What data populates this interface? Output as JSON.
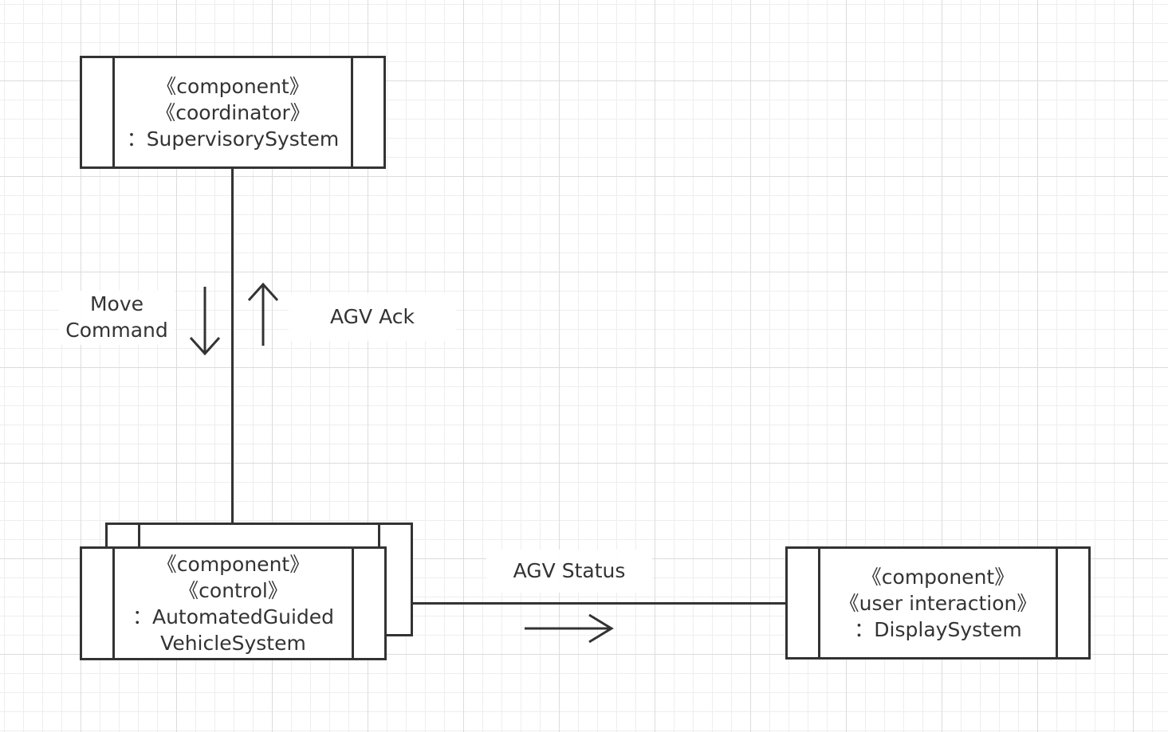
{
  "diagram": {
    "components": {
      "supervisory": {
        "stereotype1": "《component》",
        "stereotype2": "《coordinator》",
        "name": "：SupervisorySystem"
      },
      "agv": {
        "stereotype1": "《component》",
        "stereotype2": "《control》",
        "name_line1": "：AutomatedGuided",
        "name_line2": "VehicleSystem",
        "multiplicity": "multiple instances"
      },
      "display": {
        "stereotype1": "《component》",
        "stereotype2": "《user interaction》",
        "name": "：DisplaySystem"
      }
    },
    "messages": {
      "move_command_line1": "Move",
      "move_command_line2": "Command",
      "move_command_direction": "down",
      "agv_ack": "AGV Ack",
      "agv_ack_direction": "up",
      "agv_status": "AGV Status",
      "agv_status_direction": "right"
    },
    "colors": {
      "stroke": "#333333",
      "background": "#ffffff",
      "grid_major": "#dcdcdc",
      "grid_minor": "#eeeeee"
    }
  }
}
